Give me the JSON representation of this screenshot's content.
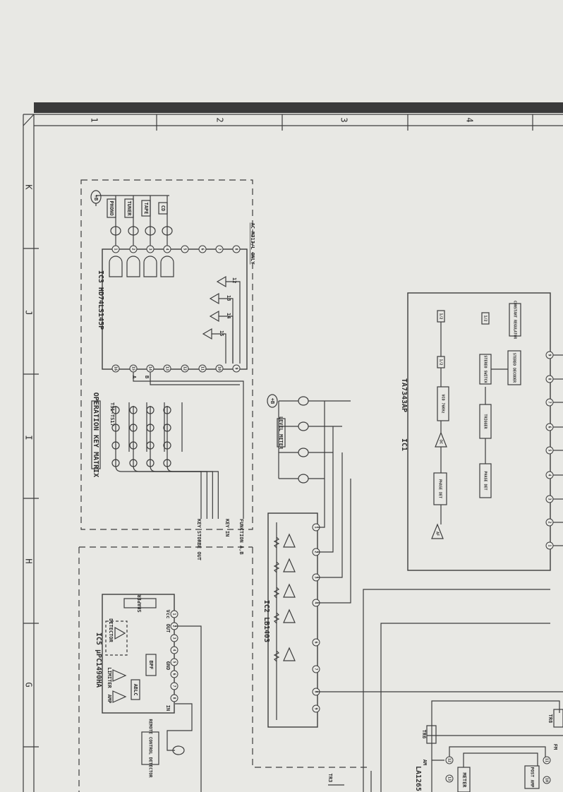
{
  "frame": {
    "columns": [
      "1",
      "2",
      "3",
      "4"
    ],
    "rows": [
      "K",
      "J",
      "I",
      "H",
      "G"
    ]
  },
  "ic3": {
    "title": "IC3  HD74LS145P",
    "supply": "+B",
    "leds": [
      "PHONO",
      "TUNER",
      "TAPE",
      "CD"
    ],
    "note": "AC-M313/L ONLY",
    "inverter_pins": [
      "12",
      "13",
      "14",
      "15"
    ],
    "pins_top": [
      "1",
      "2",
      "3",
      "4",
      "5",
      "6",
      "7",
      "8"
    ],
    "pins_bottom": [
      "16",
      "15",
      "14",
      "13",
      "12",
      "11",
      "10",
      "9"
    ],
    "inputs": [
      "A",
      "B"
    ]
  },
  "key_matrix": {
    "title": "OPERATION KEY MATRIX",
    "switches": "TS1~TS17",
    "signals": [
      "KEY STORBE OUT",
      "KEY IN",
      "FUNCTION A,B"
    ]
  },
  "level_meter": {
    "title": "LEVEL METER",
    "supply": "+B"
  },
  "ic2": {
    "title": "IC2   LB1403",
    "pins": [
      "1",
      "2",
      "3",
      "4",
      "6",
      "7",
      "8",
      "9"
    ]
  },
  "ic5": {
    "title": "IC5  μPC1490HA",
    "blocks": [
      "SHAPER",
      "DETECTOR",
      "BPF",
      "AMP",
      "LIMITER",
      "ABLC"
    ],
    "pin_labels": [
      "Vcc",
      "OUT",
      "GND",
      "IN"
    ],
    "pins": [
      "1",
      "2",
      "3",
      "4",
      "5",
      "6",
      "7",
      "8"
    ],
    "detector_label": "REMOTE CONTROL DETECTOR"
  },
  "ic1": {
    "title_ic": "IC1",
    "title_part": "TA7343AP",
    "blocks": {
      "div1": "1/2",
      "div2": "1/2",
      "div3": "1/2",
      "regulator": "CONSTANT REGULATOR",
      "stereo_switch": "STEREO SWITCH",
      "stereo_decoder": "STEREO DECODER",
      "vco": "VCO 76KHz",
      "trigger": "TRIGGER",
      "dc": "DC",
      "phase_det1": "PHASE DET",
      "phase_det2": "PHASE DET",
      "af": "AF"
    },
    "pins": [
      "9",
      "8",
      "7",
      "6",
      "5",
      "4",
      "3",
      "2",
      "1"
    ]
  },
  "bottom": {
    "tr6": "TR6",
    "tr8": "TR8",
    "tr3": "TR3",
    "am": "AM",
    "fm": "FM",
    "ic": "LA1265",
    "post_amp": "POST AMP",
    "meter": "METER",
    "pins": [
      "12",
      "11",
      "13",
      "10"
    ]
  }
}
